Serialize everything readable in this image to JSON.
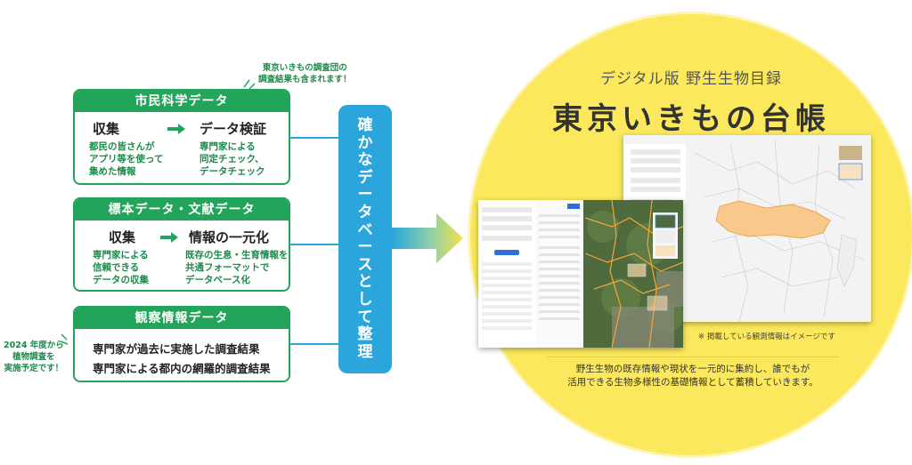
{
  "notes": {
    "top_right": [
      "東京いきもの調査団の",
      "調査結果も含まれます！"
    ],
    "left_bottom": [
      "2024 年度から",
      "植物調査を",
      "実施予定です！"
    ]
  },
  "cards": {
    "citizen": {
      "title": "市民科学データ",
      "step1": {
        "title": "収集",
        "desc": [
          "都民の皆さんが",
          "アプリ等を使って",
          "集めた情報"
        ]
      },
      "step2": {
        "title": "データ検証",
        "desc": [
          "専門家による",
          "同定チェック、",
          "データチェック"
        ]
      }
    },
    "specimen": {
      "title": "標本データ・文献データ",
      "step1": {
        "title": "収集",
        "desc": [
          "専門家による",
          "信頼できる",
          "データの収集"
        ]
      },
      "step2": {
        "title": "情報の一元化",
        "desc": [
          "既存の生息・生育情報を",
          "共通フォーマットで",
          "データベース化"
        ]
      }
    },
    "observation": {
      "title": "観察情報データ",
      "lines": [
        "専門家が過去に実施した調査結果",
        "専門家による都内の網羅的調査結果"
      ]
    }
  },
  "center_bar": {
    "text": "確かなデータベースとして整理"
  },
  "product": {
    "subtitle": "デジタル版 野生生物目録",
    "title": "東京いきもの台帳",
    "image_note": "※ 掲載している観測情報はイメージです",
    "caption": [
      "野生生物の既存情報や現状を一元的に集約し、誰でもが",
      "活用できる生物多様性の基礎情報として蓄積していきます。"
    ]
  },
  "colors": {
    "green": "#22a55a",
    "blue": "#2aa6dc",
    "yellow": "#fbe85c",
    "map_orange": "#f4a63a"
  },
  "icons": [
    "arrow-right-icon",
    "gradient-arrow-icon",
    "map-icon"
  ]
}
